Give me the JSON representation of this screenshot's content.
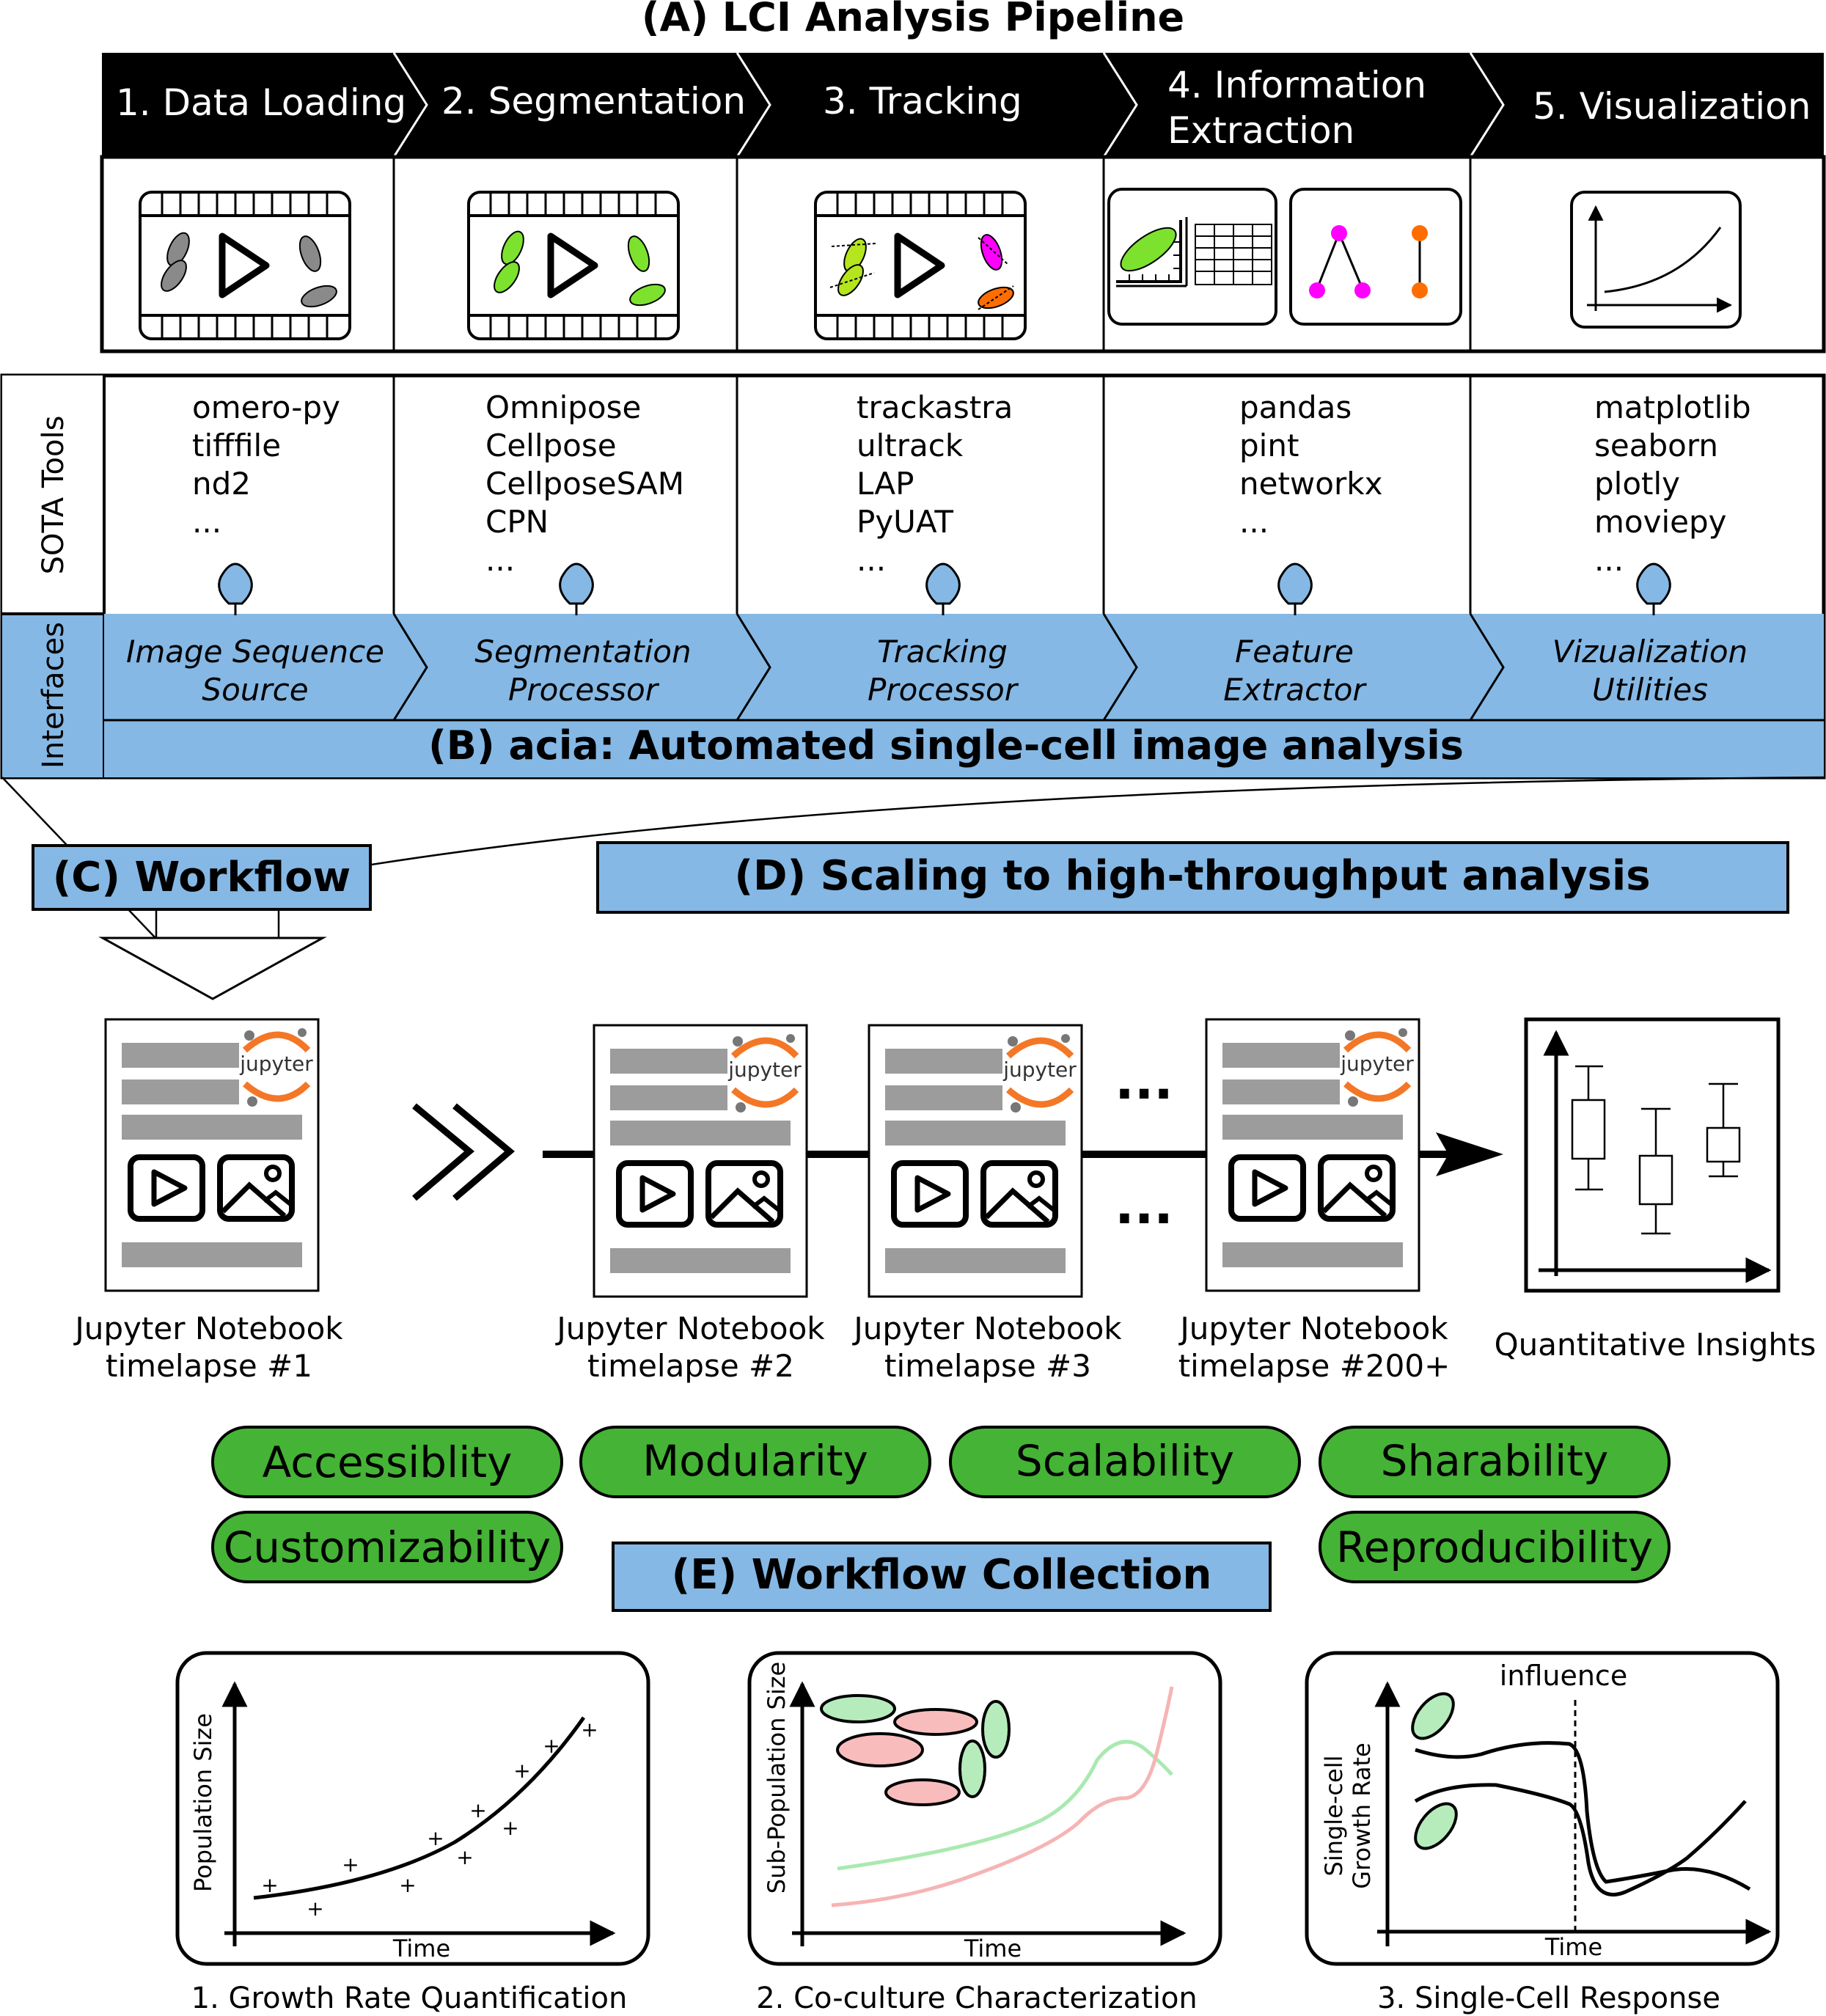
{
  "pipeline": {
    "title": "(A) LCI Analysis Pipeline",
    "steps": [
      {
        "label_lines": [
          "1. Data Loading"
        ]
      },
      {
        "label_lines": [
          "2. Segmentation"
        ]
      },
      {
        "label_lines": [
          "3. Tracking"
        ]
      },
      {
        "label_lines": [
          "4. Information",
          "Extraction"
        ]
      },
      {
        "label_lines": [
          "5. Visualization"
        ]
      }
    ]
  },
  "tools": {
    "row_label": "SOTA Tools",
    "columns": [
      [
        "omero-py",
        "tifffile",
        "nd2",
        "..."
      ],
      [
        "Omnipose",
        "Cellpose",
        "CellposeSAM",
        "CPN",
        "..."
      ],
      [
        "trackastra",
        "ultrack",
        "LAP",
        "PyUAT",
        "..."
      ],
      [
        "pandas",
        "pint",
        "networkx",
        "..."
      ],
      [
        "matplotlib",
        "seaborn",
        "plotly",
        "moviepy",
        "..."
      ]
    ]
  },
  "interfaces": {
    "row_label": "Interfaces",
    "items": [
      [
        "Image Sequence",
        "Source"
      ],
      [
        "Segmentation",
        "Processor"
      ],
      [
        "Tracking",
        "Processor"
      ],
      [
        "Feature",
        "Extractor"
      ],
      [
        "Vizualization",
        "Utilities"
      ]
    ],
    "acia_title": "(B) acia: Automated single-cell image analysis"
  },
  "workflow": {
    "title": "(C) Workflow",
    "scaling_title": "(D) Scaling to high-throughput analysis",
    "notebook_logo": "jupyter",
    "notebooks": [
      [
        "Jupyter Notebook",
        "timelapse #1"
      ],
      [
        "Jupyter Notebook",
        "timelapse #2"
      ],
      [
        "Jupyter Notebook",
        "timelapse #3"
      ],
      [
        "Jupyter Notebook",
        "timelapse #200+"
      ]
    ],
    "ellipsis": "...",
    "insights_label": "Quantitative Insights"
  },
  "properties": [
    "Accessiblity",
    "Modularity",
    "Scalability",
    "Sharability",
    "Customizability",
    "Reproducibility"
  ],
  "collection": {
    "title": "(E) Workflow Collection",
    "examples": [
      {
        "caption": "1. Growth Rate Quantification",
        "ylabel": "Population Size",
        "xlabel": "Time"
      },
      {
        "caption": "2. Co-culture Characterization",
        "ylabel": "Sub-Population Size",
        "xlabel": "Time"
      },
      {
        "caption": "3. Single-Cell Response",
        "ylabel_lines": [
          "Single-cell",
          "Growth Rate"
        ],
        "xlabel": "Time",
        "annotation": "influence"
      }
    ]
  },
  "colors": {
    "interface_blue": "#85b8e4",
    "property_green": "#45b335",
    "header_black": "#000000",
    "cell_green": "#7de22e",
    "magenta": "#ff00ff",
    "orange": "#ff6d00",
    "gray_bar": "#9c9c9c",
    "jupyter_orange": "#f37726",
    "light_green_cell": "#b6ecbc",
    "light_red_cell": "#f9bcbc",
    "curve_green": "#a9e9b0",
    "curve_red": "#f6b4b4"
  },
  "icons": [
    "film-strip-icon",
    "play-icon",
    "ruler-icon",
    "table-icon",
    "graph-icon",
    "line-plot-icon",
    "image-icon",
    "jupyter-logo-icon",
    "double-chevron-icon",
    "boxplot-icon"
  ]
}
